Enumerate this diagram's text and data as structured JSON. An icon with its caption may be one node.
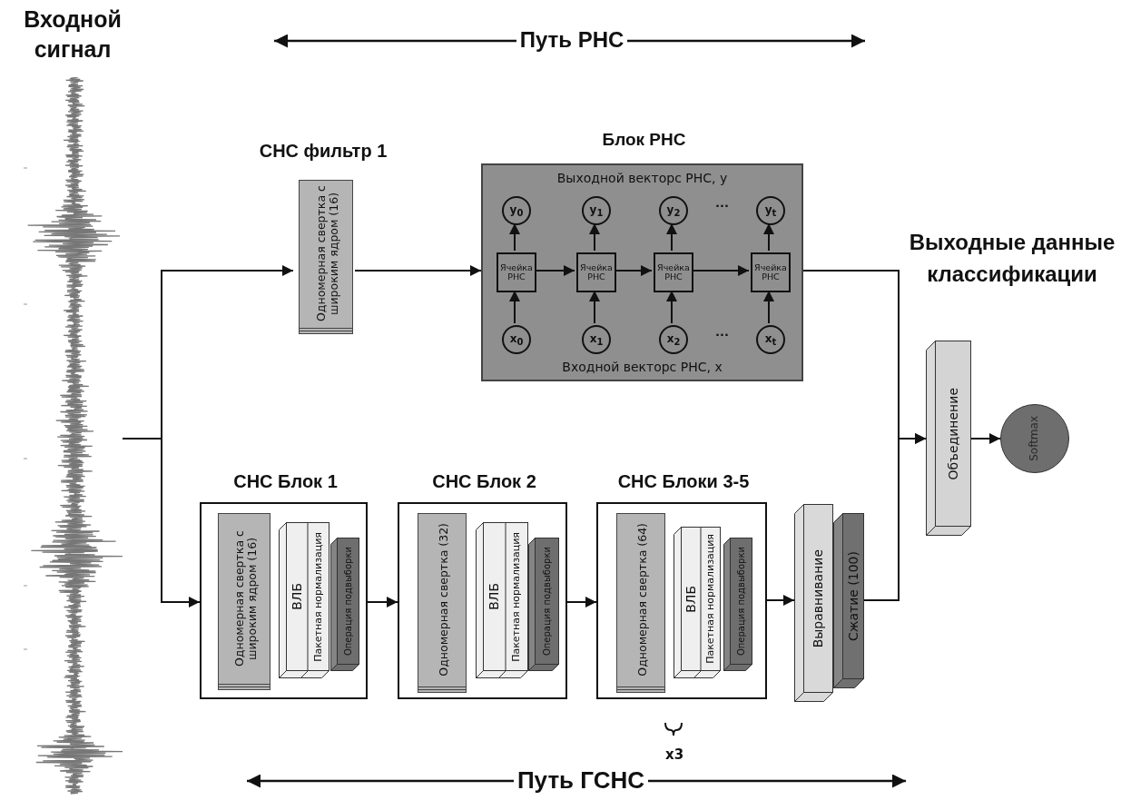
{
  "diagram": {
    "nodes": [
      {
        "text": [
          "Входной сигнал"
        ]
      },
      {
        "text": [
          "СНС фильтр 1",
          "Одномерная свертка с широким ядром (16)"
        ]
      },
      {
        "text": [
          "Блок РНС",
          "Выходной векторс РНС, у",
          "Входной векторс РНС, х"
        ]
      },
      {
        "text": [
          "Ячейка РНС"
        ],
        "in": 2
      },
      {
        "text": [
          "Ячейка РНС"
        ],
        "in": 2
      },
      {
        "text": [
          "Ячейка РНС"
        ],
        "in": 2
      },
      {
        "text": [
          "Ячейка РНС"
        ],
        "in": 2
      },
      {
        "text": [
          "y$_{0}$"
        ],
        "in": 2
      },
      {
        "text": [
          "y$_{1}$"
        ],
        "in": 2
      },
      {
        "text": [
          "y$_{2}$"
        ],
        "in": 2
      },
      {
        "text": [
          "y$_{t}$"
        ],
        "in": 2
      },
      {
        "text": [
          "x$_{0}$"
        ],
        "in": 2
      },
      {
        "text": [
          "x$_{1}$"
        ],
        "in": 2
      },
      {
        "text": [
          "x$_{2}$"
        ],
        "in": 2
      },
      {
        "text": [
          "x$_{t}$"
        ],
        "in": 2
      },
      {
        "text": [
          "СНС Блок 1"
        ]
      },
      {
        "text": [
          "Одномерная свертка с широким ядром (16)"
        ],
        "in": 15
      },
      {
        "text": [
          "ВЛБ",
          "Пакетная нормализация"
        ],
        "in": 15
      },
      {
        "text": [
          "Операция подвыборки"
        ],
        "in": 15
      },
      {
        "text": [
          "СНС Блок 2"
        ]
      },
      {
        "text": [
          "Одномерная свертка (32)"
        ],
        "in": 19
      },
      {
        "text": [
          "ВЛБ",
          "Пакетная нормализация"
        ],
        "in": 19
      },
      {
        "text": [
          "Операция подвыборки"
        ],
        "in": 19
      },
      {
        "text": [
          "СНС Блоки 3-5"
        ]
      },
      {
        "text": [
          "Одномерная свертка (64)"
        ],
        "in": 23
      },
      {
        "text": [
          "ВЛБ",
          "Пакетная нормализация"
        ],
        "in": 23
      },
      {
        "text": [
          "Операция подвыборки"
        ],
        "in": 23
      },
      {
        "text": [
          "Выравнивание"
        ]
      },
      {
        "text": [
          "Сжатие (100)"
        ]
      },
      {
        "text": [
          "Объединение"
        ]
      },
      {
        "text": [
          "Softmax"
        ]
      }
    ],
    "edges": [
      {
        "from": 0,
        "to": 1,
        "arrow": "to"
      },
      {
        "from": 0,
        "to": 15,
        "arrow": "to"
      },
      {
        "from": 1,
        "to": 2,
        "arrow": "to"
      },
      {
        "from": 2,
        "to": 29,
        "arrow": "to"
      },
      {
        "from": 15,
        "to": 19,
        "arrow": "to"
      },
      {
        "from": 19,
        "to": 23,
        "arrow": "to"
      },
      {
        "from": 23,
        "to": 27,
        "arrow": "to"
      },
      {
        "from": 28,
        "to": 29,
        "arrow": "to"
      },
      {
        "from": 29,
        "to": 30,
        "arrow": "to"
      },
      {
        "from": 3,
        "to": 4,
        "arrow": "to"
      },
      {
        "from": 4,
        "to": 5,
        "arrow": "to"
      },
      {
        "from": 5,
        "to": 6,
        "arrow": "to"
      },
      {
        "from": 11,
        "to": 3,
        "arrow": "to"
      },
      {
        "from": 12,
        "to": 4,
        "arrow": "to"
      },
      {
        "from": 13,
        "to": 5,
        "arrow": "to"
      },
      {
        "from": 14,
        "to": 6,
        "arrow": "to"
      },
      {
        "from": 3,
        "to": 7,
        "arrow": "to"
      },
      {
        "from": 4,
        "to": 8,
        "arrow": "to"
      },
      {
        "from": 5,
        "to": 9,
        "arrow": "to"
      },
      {
        "from": 6,
        "to": 10,
        "arrow": "to"
      }
    ],
    "labels": [
      "Путь РНС",
      "...",
      "...",
      "Выходные данные классификации",
      "x3",
      "Путь ГСНС"
    ]
  }
}
